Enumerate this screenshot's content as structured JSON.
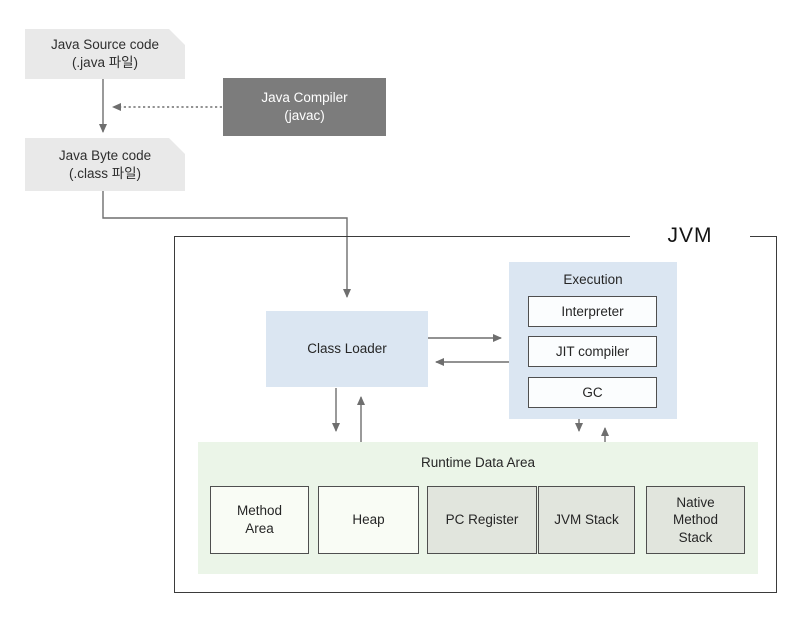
{
  "diagram": {
    "source_label": "Java Source code\n(.java 파일)",
    "compiler_label": "Java Compiler\n(javac)",
    "byte_label": "Java Byte code\n(.class 파일)",
    "jvm_label": "JVM",
    "class_loader_label": "Class Loader",
    "execution": {
      "title": "Execution",
      "items": [
        "Interpreter",
        "JIT compiler",
        "GC"
      ]
    },
    "runtime": {
      "title": "Runtime Data Area",
      "areas": [
        "Method\nArea",
        "Heap",
        "PC Register",
        "JVM Stack",
        "Native\nMethod\nStack"
      ]
    }
  },
  "colors": {
    "file_box_fill": "#e9e9e9",
    "compiler_box_fill": "#7c7c7c",
    "blue_panel_fill": "#dbe6f2",
    "exec_item_fill": "#fbfdfe",
    "green_panel_fill": "#ebf5e8",
    "runtime_light_box_fill": "#f9fcf5",
    "runtime_gray_box_fill": "#e1e5dd",
    "box_border": "#4f4f4f",
    "jvm_frame_border": "#3b3b3b",
    "arrow_line": "#6e6e6e",
    "text": "#262626"
  }
}
